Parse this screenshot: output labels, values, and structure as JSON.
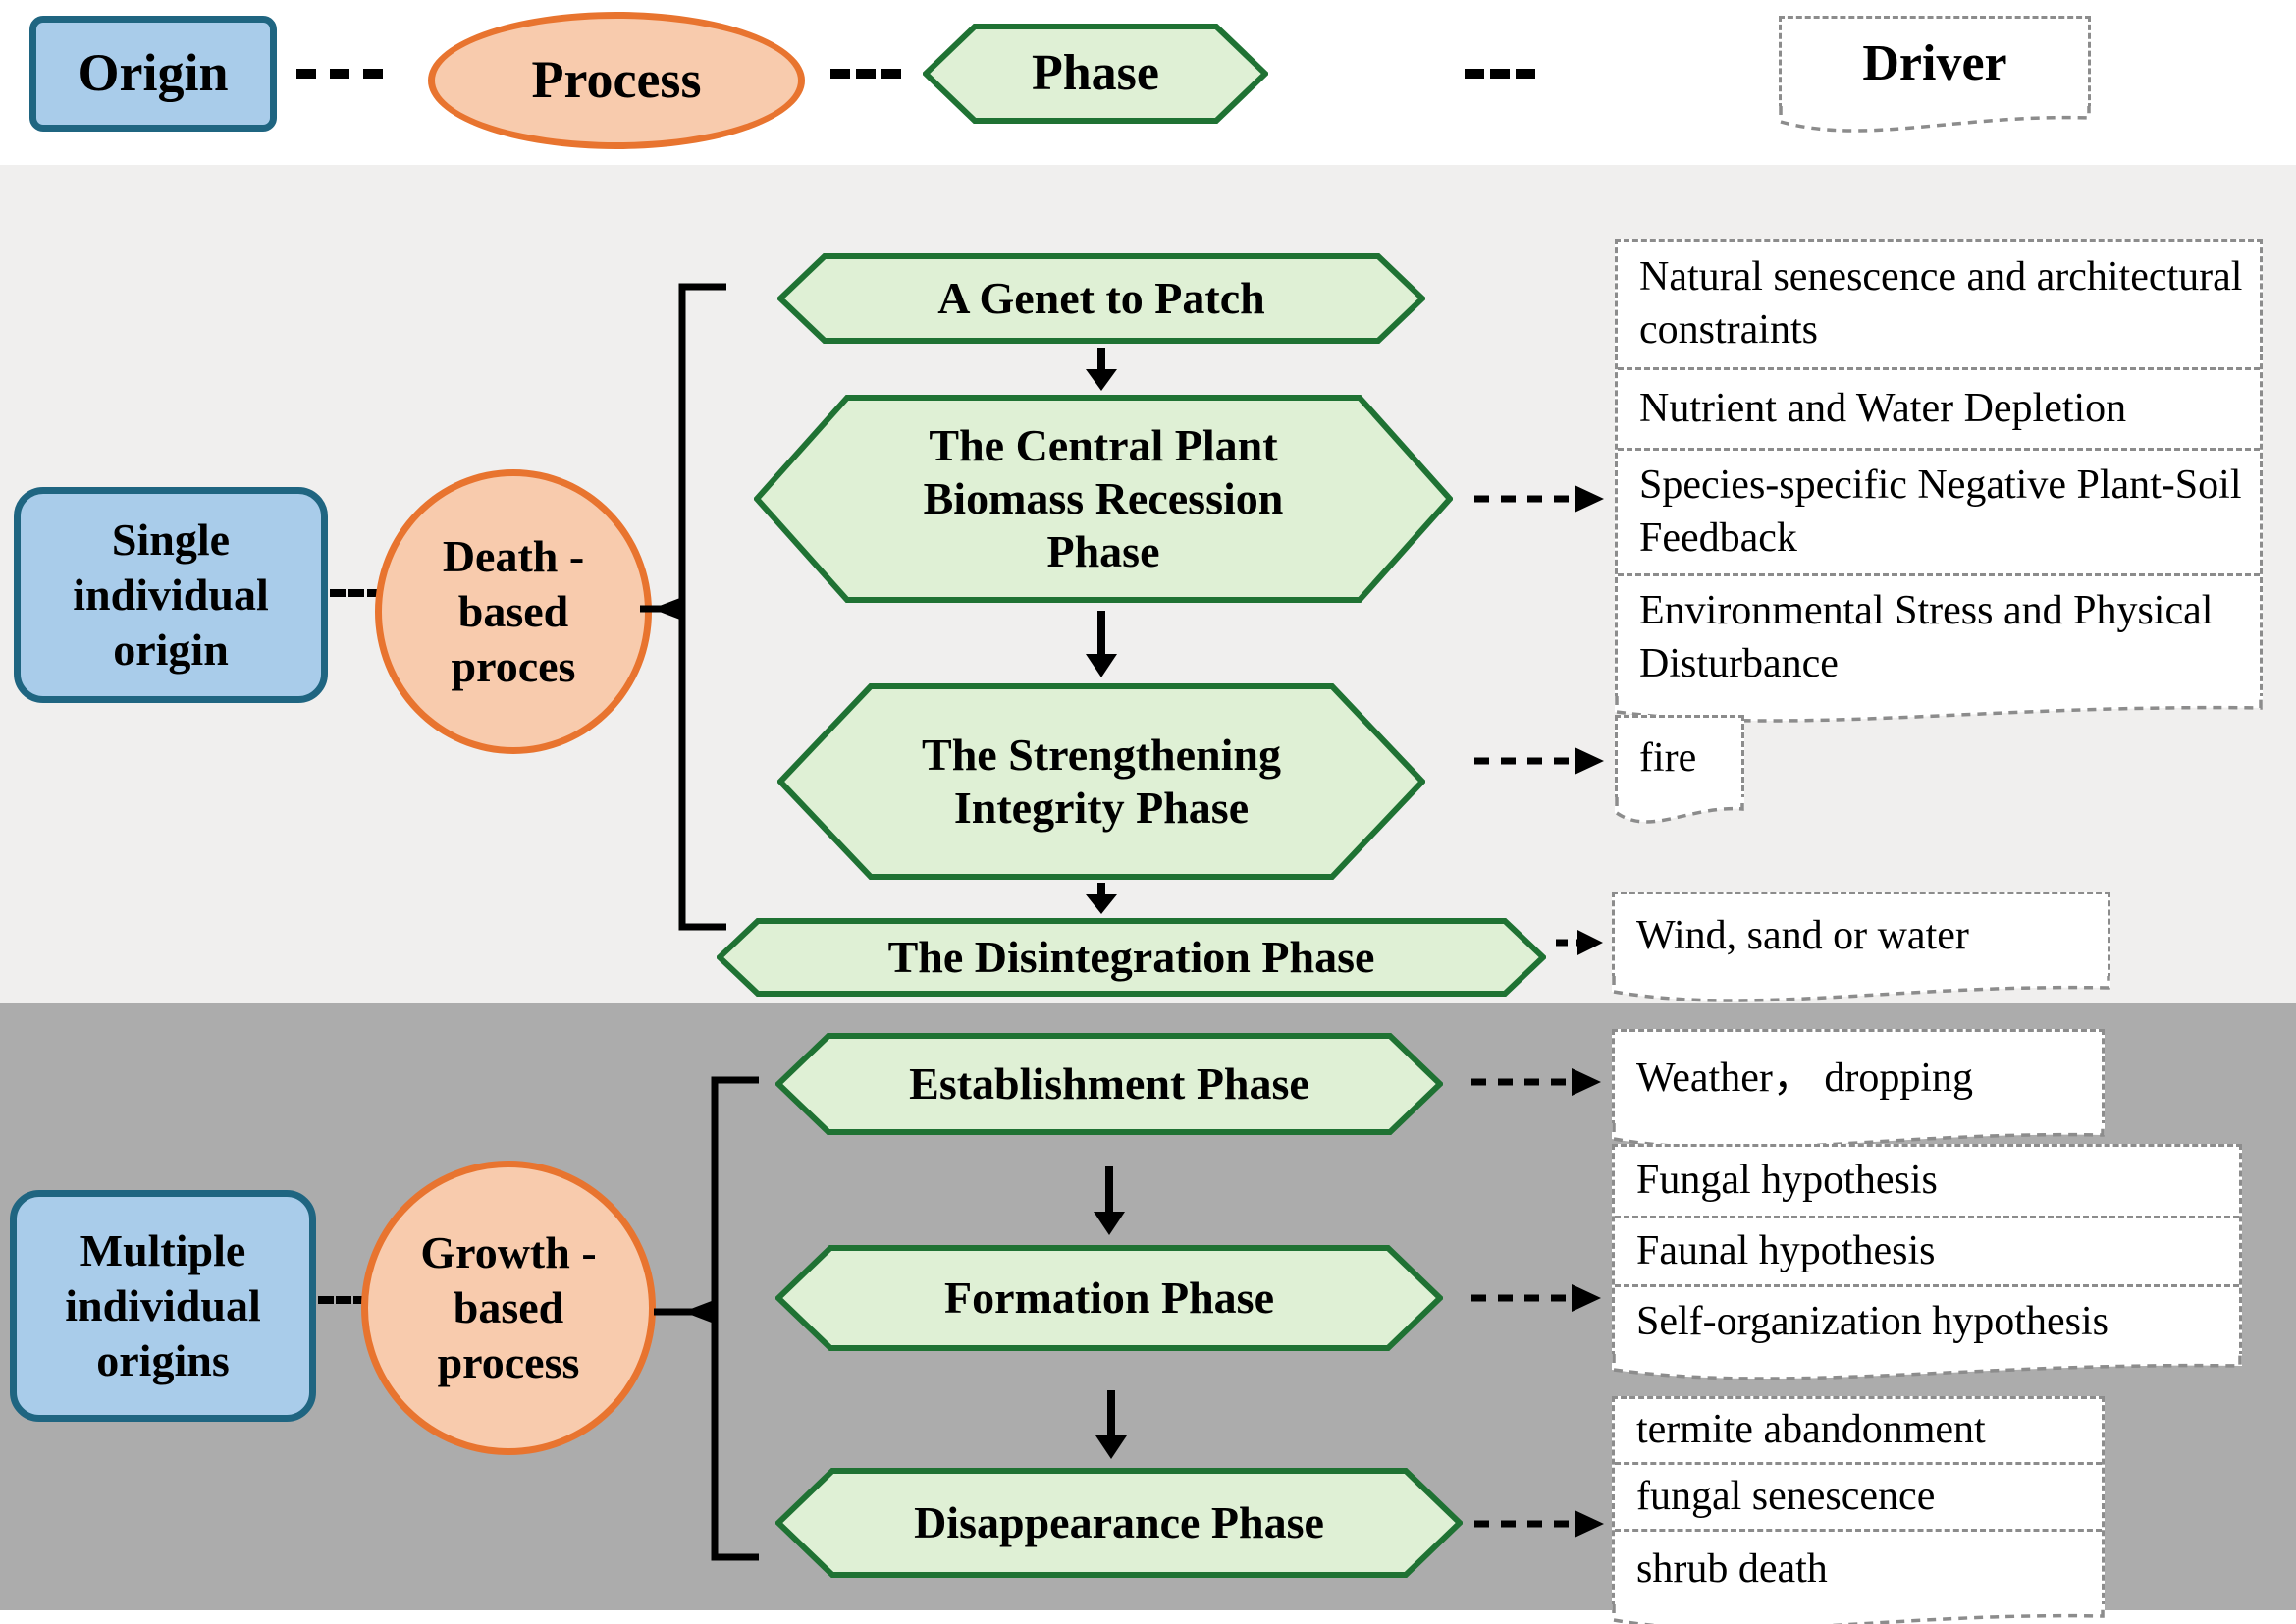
{
  "legend": {
    "origin_label": "Origin",
    "process_label": "Process",
    "phase_label": "Phase",
    "driver_label": "Driver"
  },
  "death_pathway": {
    "origin": "Single individual origin",
    "process": "Death -based proces",
    "phases": [
      "A Genet to Patch",
      "The Central Plant Biomass Recession Phase",
      "The Strengthening Integrity Phase",
      "The Disintegration Phase"
    ]
  },
  "growth_pathway": {
    "origin": "Multiple individual origins",
    "process": "Growth -based process",
    "phases": [
      "Establishment Phase",
      "Formation Phase",
      "Disappearance Phase"
    ]
  },
  "drivers": {
    "recession": [
      "Natural senescence and architectural constraints",
      "Nutrient and Water Depletion",
      "Species-specific Negative Plant-Soil Feedback",
      "Environmental Stress and Physical Disturbance"
    ],
    "strengthening": [
      "fire"
    ],
    "disintegration": [
      "Wind, sand or water"
    ],
    "establishment": [
      "Weather， dropping"
    ],
    "formation": [
      "Fungal hypothesis",
      "Faunal hypothesis",
      "Self-organization hypothesis"
    ],
    "disappearance": [
      "termite abandonment",
      "fungal senescence",
      "shrub death"
    ]
  },
  "colors": {
    "origin_fill": "#A9CCEA",
    "origin_border": "#1F6581",
    "process_fill": "#F8CBAD",
    "process_border": "#E8742F",
    "phase_fill": "#DFF0D5",
    "phase_border": "#1F7233",
    "driver_border": "#8C8C8C",
    "section_death_bg": "#F0EFEE",
    "section_growth_bg": "#ACACAC"
  }
}
